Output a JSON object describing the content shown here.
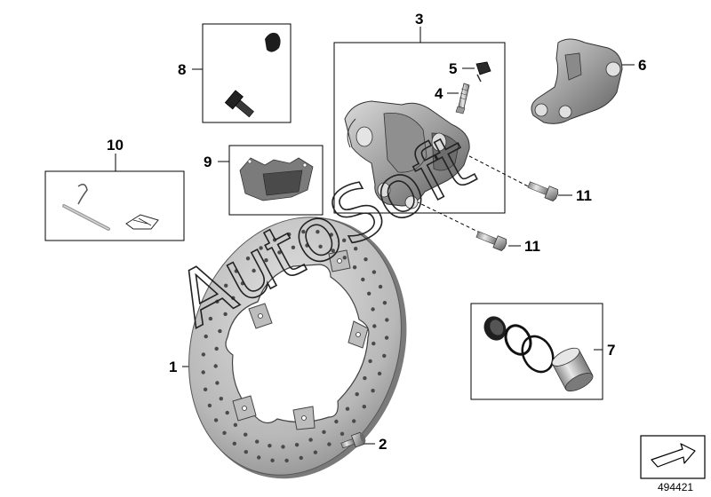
{
  "diagram": {
    "callouts": [
      {
        "id": "1",
        "label": "1"
      },
      {
        "id": "2",
        "label": "2"
      },
      {
        "id": "3",
        "label": "3"
      },
      {
        "id": "4",
        "label": "4"
      },
      {
        "id": "5",
        "label": "5"
      },
      {
        "id": "6",
        "label": "6"
      },
      {
        "id": "7",
        "label": "7"
      },
      {
        "id": "8",
        "label": "8"
      },
      {
        "id": "9",
        "label": "9"
      },
      {
        "id": "10",
        "label": "10"
      },
      {
        "id": "11a",
        "label": "11"
      },
      {
        "id": "11b",
        "label": "11"
      }
    ],
    "watermark": "AutoSoft",
    "diagram_number": "494421",
    "icons": {
      "brake_disc": "brake-disc-icon",
      "brake_caliper": "brake-caliper-icon",
      "caliper_bracket": "caliper-bracket-icon",
      "brake_pads": "brake-pads-icon",
      "bleeder_valve": "bleeder-valve-icon",
      "bleeder_cap": "bleeder-cap-icon",
      "bolt": "bolt-icon",
      "piston_seal_kit": "piston-seal-kit-icon",
      "pad_pin_kit": "pad-pin-kit-icon",
      "cap_and_screw": "cap-and-screw-icon",
      "page_flip": "page-flip-arrow-icon"
    }
  }
}
